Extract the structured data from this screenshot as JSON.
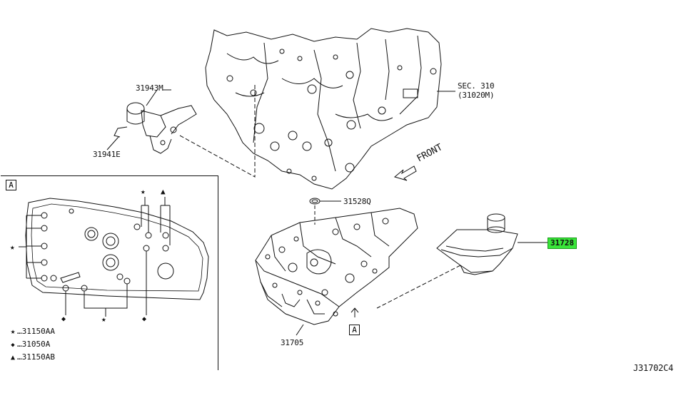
{
  "labels": {
    "part_31943m": "31943M",
    "part_31941e": "31941E",
    "part_31528q": "31528Q",
    "part_31728": "31728",
    "part_31705": "31705",
    "sec_line1": "SEC. 310",
    "sec_line2": "(31020M)",
    "front": "FRONT",
    "diagram_code": "J31702C4",
    "view_a_main": "A",
    "view_a_inset": "A"
  },
  "legend": [
    {
      "symbol": "★",
      "text": "…31150AA"
    },
    {
      "symbol": "◆",
      "text": "…31050A"
    },
    {
      "symbol": "▲",
      "text": "…31150AB"
    }
  ],
  "inset_markers": {
    "star": "★",
    "diamond": "◆",
    "triangle": "▲"
  },
  "highlight_color": "#39e639"
}
